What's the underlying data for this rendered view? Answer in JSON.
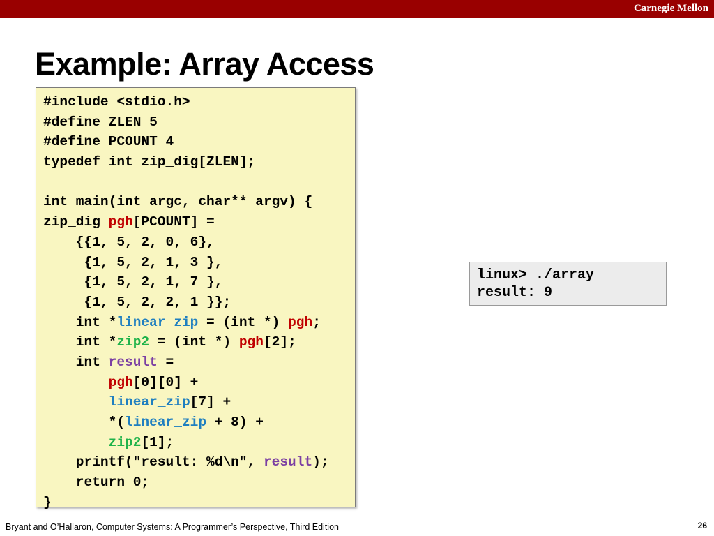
{
  "header": {
    "brand": "Carnegie Mellon",
    "bar_color": "#990000"
  },
  "slide": {
    "title": "Example: Array Access",
    "page_number": "26",
    "footer": "Bryant and O’Hallaron, Computer Systems: A Programmer’s Perspective, Third Edition"
  },
  "colors": {
    "code_background": "#f9f6c1",
    "red_identifier": "#c00000",
    "blue_identifier": "#1f7fc0",
    "green_identifier": "#1fb34a",
    "purple_identifier": "#7b3fa3",
    "terminal_background": "#ececec"
  },
  "code": {
    "lines": [
      [
        {
          "t": "#include <stdio.h>"
        }
      ],
      [
        {
          "t": "#define ZLEN 5"
        }
      ],
      [
        {
          "t": "#define PCOUNT 4"
        }
      ],
      [
        {
          "t": "typedef int zip_dig[ZLEN];"
        }
      ],
      [
        {
          "t": ""
        }
      ],
      [
        {
          "t": "int main(int argc, char** argv) {"
        }
      ],
      [
        {
          "t": "zip_dig "
        },
        {
          "t": "pgh",
          "c": "red"
        },
        {
          "t": "[PCOUNT] ="
        }
      ],
      [
        {
          "t": "    {{1, 5, 2, 0, 6},"
        }
      ],
      [
        {
          "t": "     {1, 5, 2, 1, 3 },"
        }
      ],
      [
        {
          "t": "     {1, 5, 2, 1, 7 },"
        }
      ],
      [
        {
          "t": "     {1, 5, 2, 2, 1 }};"
        }
      ],
      [
        {
          "t": "    int *"
        },
        {
          "t": "linear_zip",
          "c": "blue"
        },
        {
          "t": " = (int *) "
        },
        {
          "t": "pgh",
          "c": "red"
        },
        {
          "t": ";"
        }
      ],
      [
        {
          "t": "    int *"
        },
        {
          "t": "zip2",
          "c": "green"
        },
        {
          "t": " = (int *) "
        },
        {
          "t": "pgh",
          "c": "red"
        },
        {
          "t": "[2];"
        }
      ],
      [
        {
          "t": "    int "
        },
        {
          "t": "result",
          "c": "purple"
        },
        {
          "t": " ="
        }
      ],
      [
        {
          "t": "        "
        },
        {
          "t": "pgh",
          "c": "red"
        },
        {
          "t": "[0][0] +"
        }
      ],
      [
        {
          "t": "        "
        },
        {
          "t": "linear_zip",
          "c": "blue"
        },
        {
          "t": "[7] +"
        }
      ],
      [
        {
          "t": "        *("
        },
        {
          "t": "linear_zip",
          "c": "blue"
        },
        {
          "t": " + 8) +"
        }
      ],
      [
        {
          "t": "        "
        },
        {
          "t": "zip2",
          "c": "green"
        },
        {
          "t": "[1];"
        }
      ],
      [
        {
          "t": "    printf(\"result: %d\\n\", "
        },
        {
          "t": "result",
          "c": "purple"
        },
        {
          "t": ");"
        }
      ],
      [
        {
          "t": "    return 0;"
        }
      ],
      [
        {
          "t": "}"
        }
      ]
    ]
  },
  "terminal": {
    "lines": [
      "linux> ./array",
      "result: 9"
    ]
  }
}
